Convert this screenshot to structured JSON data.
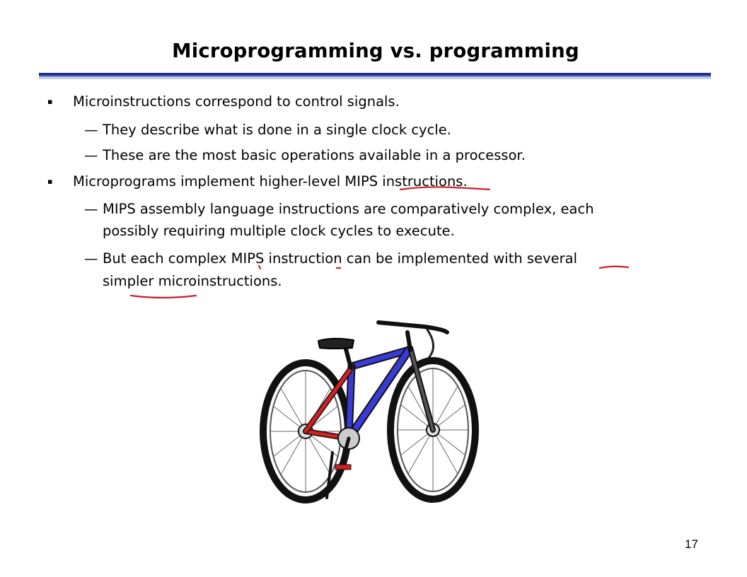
{
  "slide": {
    "title": "Microprogramming vs. programming",
    "page_number": "17",
    "bullets": [
      {
        "text": "Microinstructions correspond to control signals.",
        "subitems": [
          [
            "They describe what is done in a single clock cycle."
          ],
          [
            "These are the most basic operations available in a processor."
          ]
        ]
      },
      {
        "text": "Microprograms implement higher-level MIPS instructions.",
        "subitems": [
          [
            "MIPS assembly language instructions are comparatively complex, each",
            "possibly requiring multiple clock cycles to execute."
          ],
          [
            "But each complex MIPS instruction can be implemented with several",
            "simpler microinstructions."
          ]
        ]
      }
    ],
    "bullet_marker": "▪",
    "dash_marker": "—",
    "illustration": "bicycle",
    "annotation_color": "#cc1f2a"
  }
}
